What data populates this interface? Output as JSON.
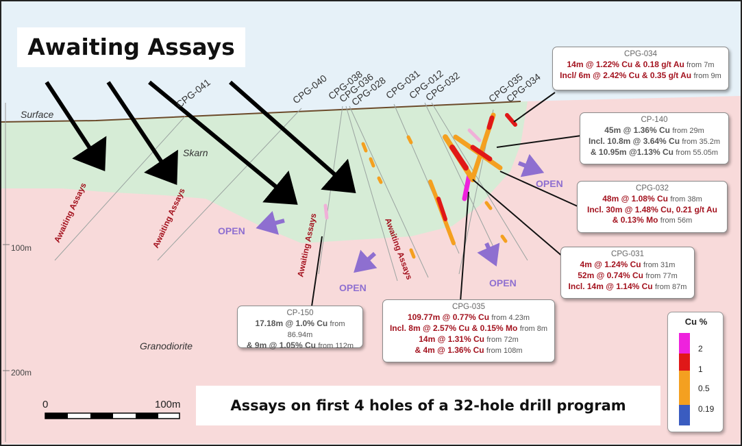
{
  "colors": {
    "skarn": "#d6ecd6",
    "granodiorite": "#f8dada",
    "open_arrow": "#8e6fd0",
    "assay_red": "#a3121e"
  },
  "banner_top": "Awaiting Assays",
  "banner_bottom": "Assays on first 4 holes of a 32-hole drill program",
  "section": {
    "surface_label": "Surface",
    "skarn_label": "Skarn",
    "granodiorite_label": "Granodiorite",
    "depth_100": "100m",
    "depth_200": "200m",
    "hole_labels": [
      "CPG-041",
      "CPG-040",
      "CPG-038",
      "CPG-036",
      "CPG-028",
      "CPG-031",
      "CPG-012",
      "CPG-032",
      "CPG-035",
      "CPG-034"
    ],
    "awaiting_label": "Awaiting Assays",
    "open_label": "OPEN"
  },
  "scale": {
    "zero": "0",
    "hundred": "100m"
  },
  "boxes": {
    "cpg034": {
      "title": "CPG-034",
      "lines": [
        {
          "main": "14m @ 1.22% Cu & 0.18 g/t Au",
          "from": "from 7m"
        },
        {
          "main": "Incl/ 6m @ 2.42% Cu & 0.35 g/t Au",
          "from": "from 9m"
        }
      ]
    },
    "cp140": {
      "title": "CP-140",
      "lines": [
        {
          "main": "45m @ 1.36% Cu",
          "from": "from 29m"
        },
        {
          "main": "Incl. 10.8m @ 3.64% Cu",
          "from": "from 35.2m"
        },
        {
          "main": "& 10.95m @1.13% Cu",
          "from": "from 55.05m"
        }
      ]
    },
    "cpg032": {
      "title": "CPG-032",
      "lines": [
        {
          "main": "48m @ 1.08% Cu",
          "from": "from 38m"
        },
        {
          "main": "Incl. 30m @ 1.48% Cu, 0.21 g/t Au",
          "from": ""
        },
        {
          "main": "& 0.13% Mo",
          "from": "from 56m"
        }
      ]
    },
    "cpg031": {
      "title": "CPG-031",
      "lines": [
        {
          "main": "4m @ 1.24% Cu",
          "from": "from 31m"
        },
        {
          "main": "52m @ 0.74% Cu",
          "from": "from 77m"
        },
        {
          "main": "Incl. 14m @ 1.14% Cu",
          "from": "from 87m"
        }
      ]
    },
    "cpg035": {
      "title": "CPG-035",
      "lines": [
        {
          "main": "109.77m @ 0.77% Cu",
          "from": "from 4.23m"
        },
        {
          "main": "Incl. 8m @ 2.57% Cu & 0.15% Mo",
          "from": "from 8m"
        },
        {
          "main": "14m @ 1.31% Cu",
          "from": "from 72m"
        },
        {
          "main": "& 4m @ 1.36% Cu",
          "from": "from 108m"
        }
      ]
    },
    "cp150": {
      "title": "CP-150",
      "lines": [
        {
          "main": "17.18m @ 1.0% Cu",
          "from": "from 86.94m"
        },
        {
          "main": "& 9m @ 1.05% Cu",
          "from": "from 112m"
        }
      ]
    }
  },
  "legend": {
    "title": "Cu %",
    "levels": [
      {
        "label": "2",
        "color": "#ee22dd"
      },
      {
        "label": "1",
        "color": "#e01818"
      },
      {
        "label": "0.5",
        "color": "#f4a020"
      },
      {
        "label": "0.19",
        "color": "#3a5cc0"
      }
    ]
  }
}
